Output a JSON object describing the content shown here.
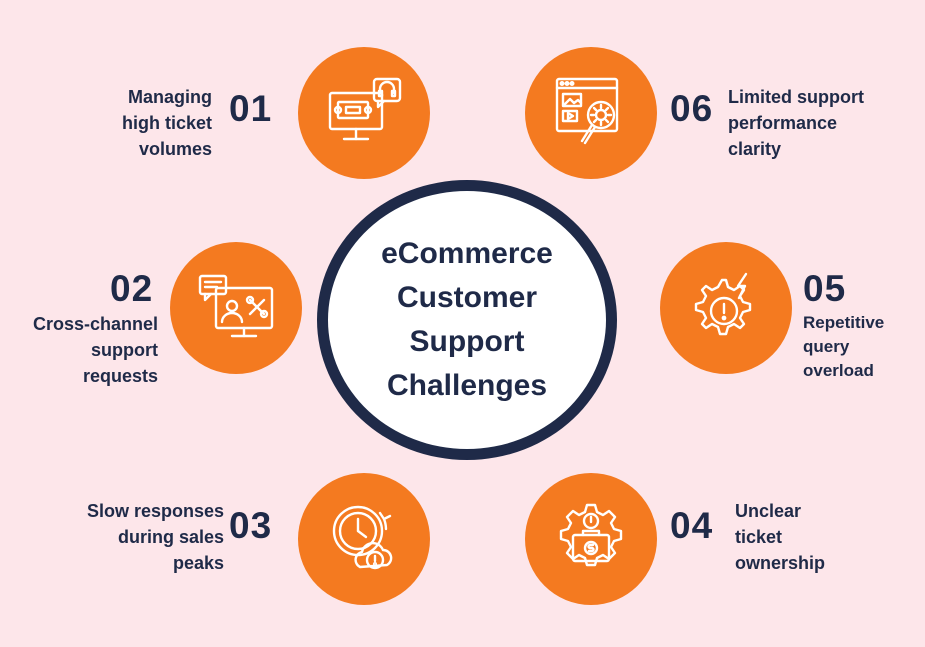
{
  "center": {
    "lines": [
      "eCommerce",
      "Customer",
      "Support",
      "Challenges"
    ]
  },
  "items": [
    {
      "number": "01",
      "lines": [
        "Managing",
        "high ticket",
        "volumes"
      ],
      "icon": "monitor-ticket-headset-icon"
    },
    {
      "number": "02",
      "lines": [
        "Cross-channel",
        "support",
        "requests"
      ],
      "icon": "monitor-agent-tools-icon"
    },
    {
      "number": "03",
      "lines": [
        "Slow responses",
        "during sales",
        "peaks"
      ],
      "icon": "clock-alert-cloud-icon"
    },
    {
      "number": "04",
      "lines": [
        "Unclear",
        "ticket",
        "ownership"
      ],
      "icon": "gear-briefcase-icon"
    },
    {
      "number": "05",
      "lines": [
        "Repetitive",
        "query",
        "overload"
      ],
      "icon": "gear-warning-lightning-icon"
    },
    {
      "number": "06",
      "lines": [
        "Limited support",
        "performance",
        "clarity"
      ],
      "icon": "browser-magnifier-gear-icon"
    }
  ],
  "colors": {
    "background": "#fde6ea",
    "accent": "#f47a20",
    "navy": "#1f2a48",
    "icon_stroke": "#ffffff"
  }
}
